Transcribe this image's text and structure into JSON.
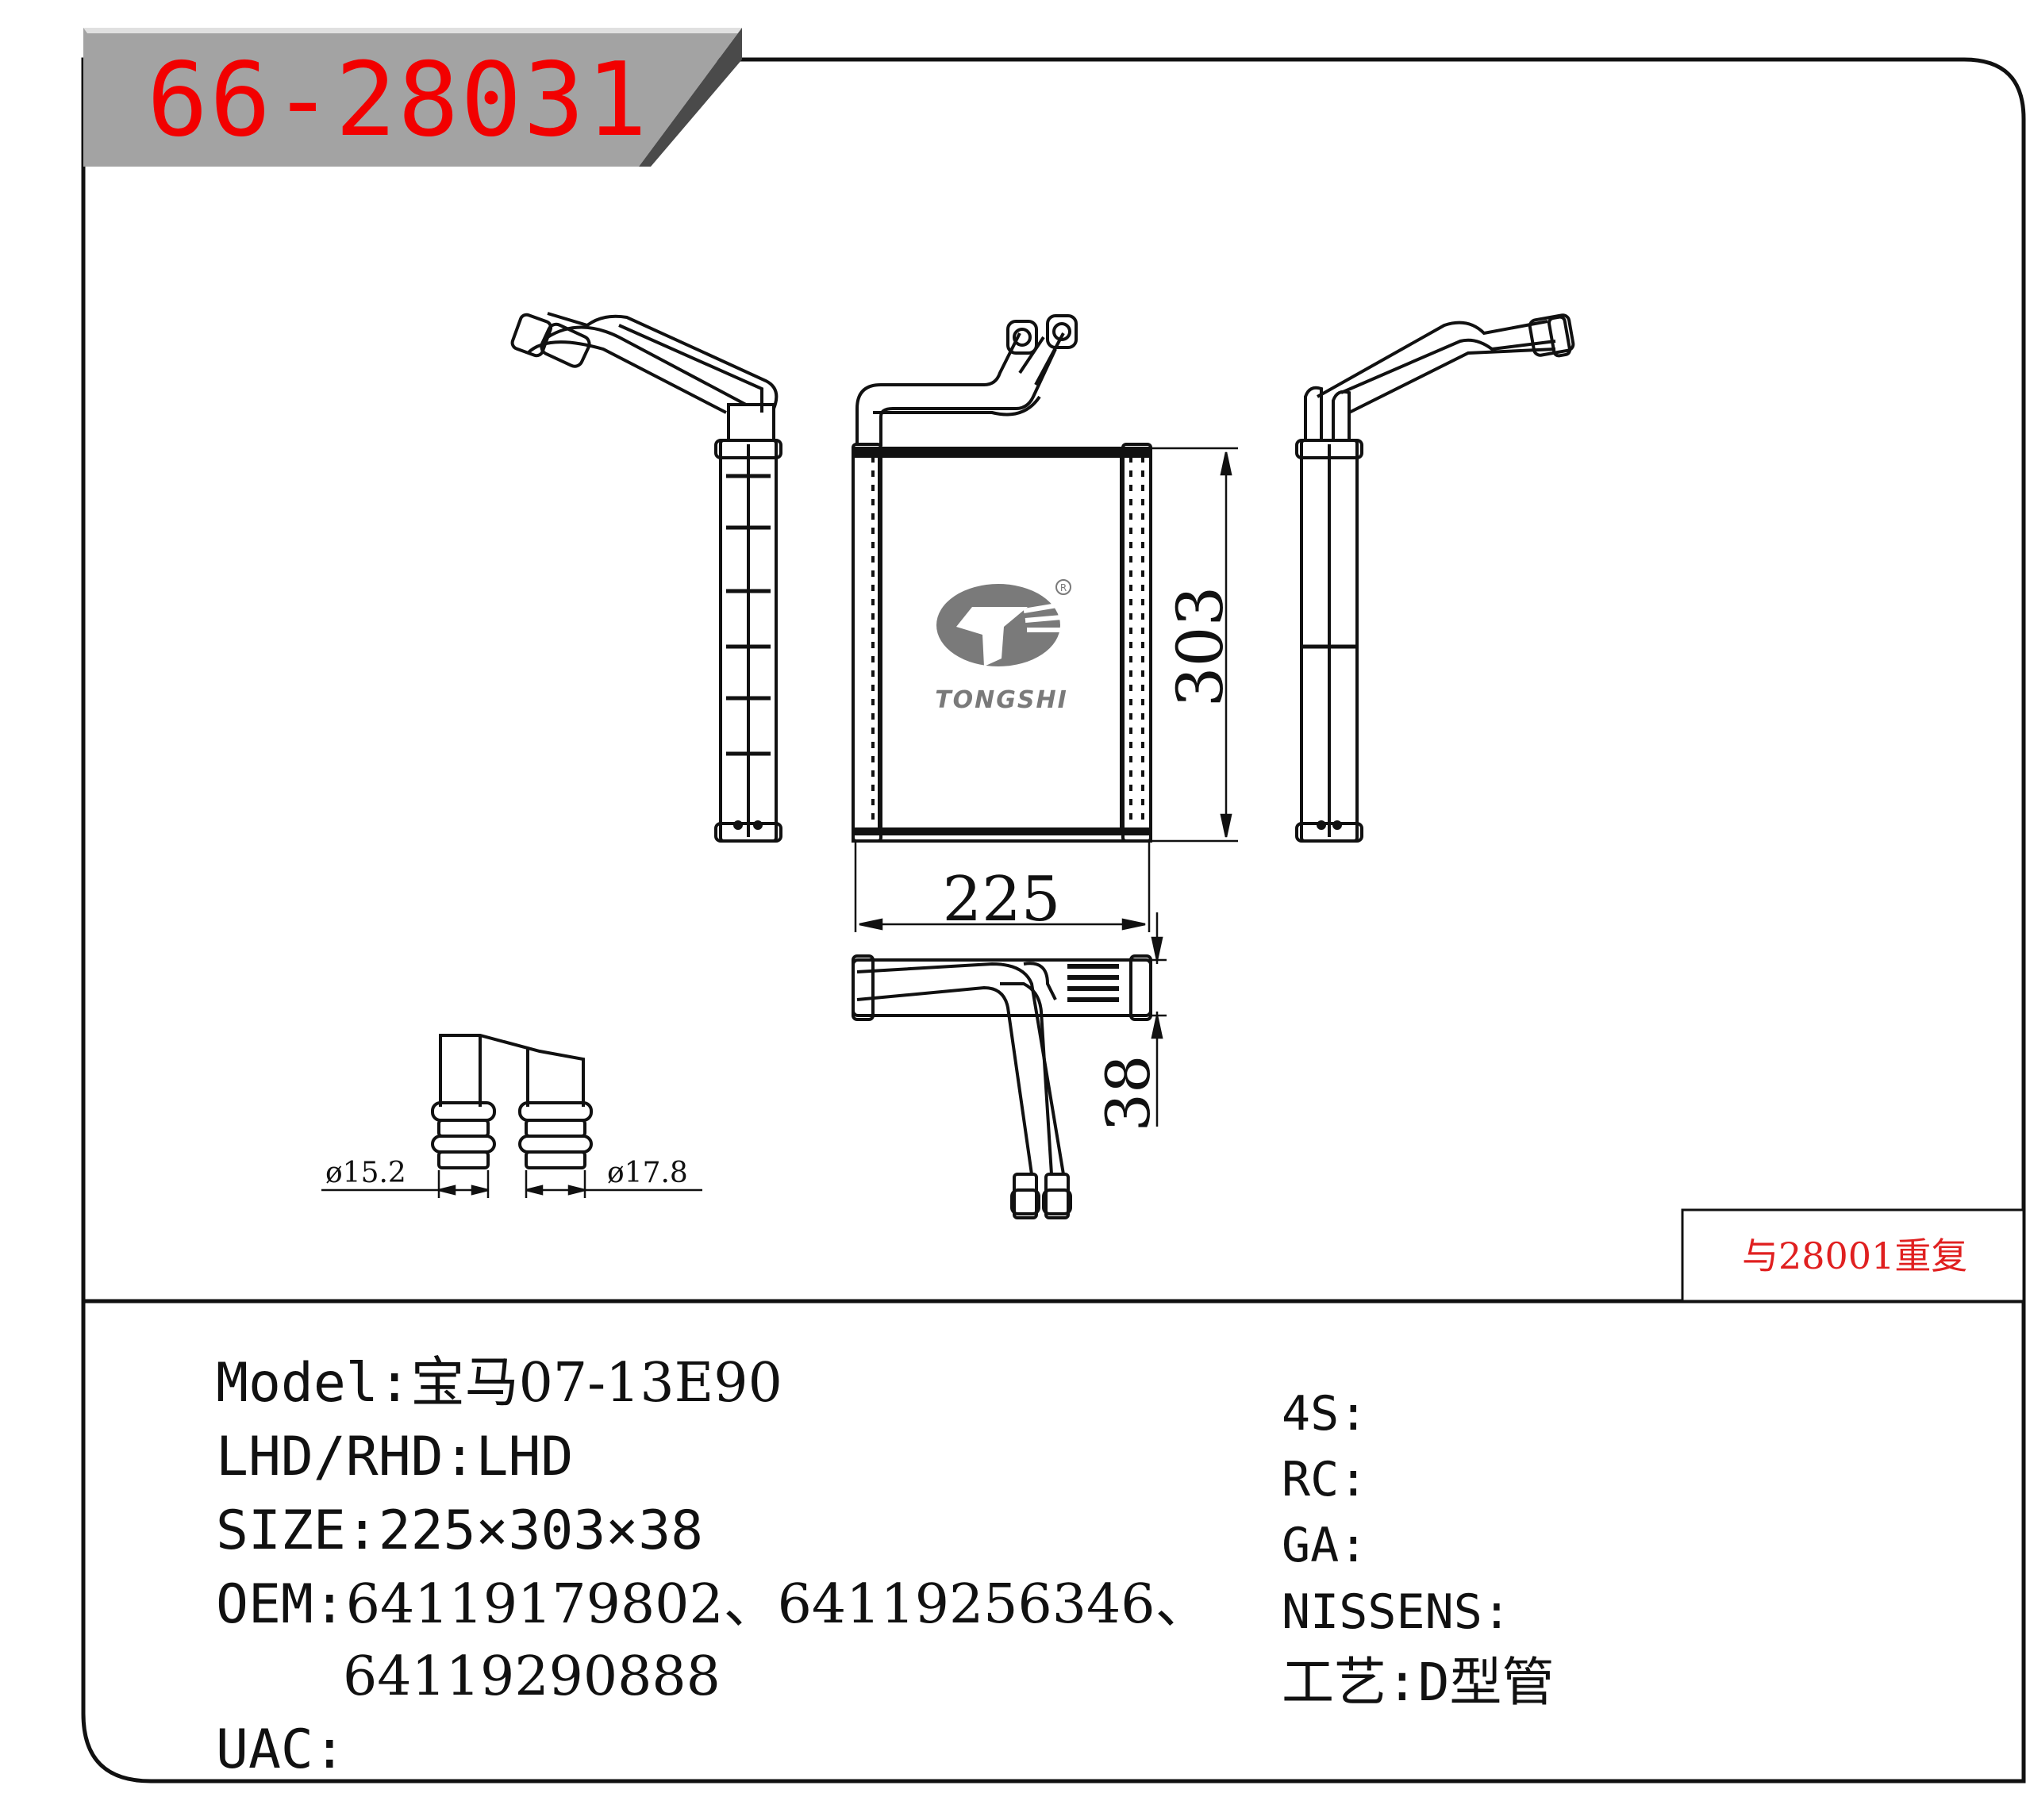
{
  "part_number": "66-28031",
  "duplicate_note": "与28001重复",
  "logo": {
    "brand": "TONGSHI",
    "registered_mark": "R"
  },
  "dimensions": {
    "width": "225",
    "height": "303",
    "depth": "38",
    "pipe_diameter_1": "ø15.2",
    "pipe_diameter_2": "ø17.8"
  },
  "specs": {
    "model_label": "Model:",
    "model_value": "宝马07-13E90",
    "hand_label": "LHD/RHD:",
    "hand_value": "LHD",
    "size_label": "SIZE:",
    "size_value": "225×303×38",
    "oem_label": "OEM:",
    "oem_value_line1": "64119179802、64119256346、",
    "oem_value_line2": "64119290888",
    "uac_label": "UAC:",
    "uac_value": ""
  },
  "refs": {
    "s4_label": "4S:",
    "s4_value": "",
    "rc_label": "RC:",
    "rc_value": "",
    "ga_label": "GA:",
    "ga_value": "",
    "nissens_label": "NISSENS:",
    "nissens_value": "",
    "process_label": "工艺:",
    "process_value": "D型管"
  }
}
